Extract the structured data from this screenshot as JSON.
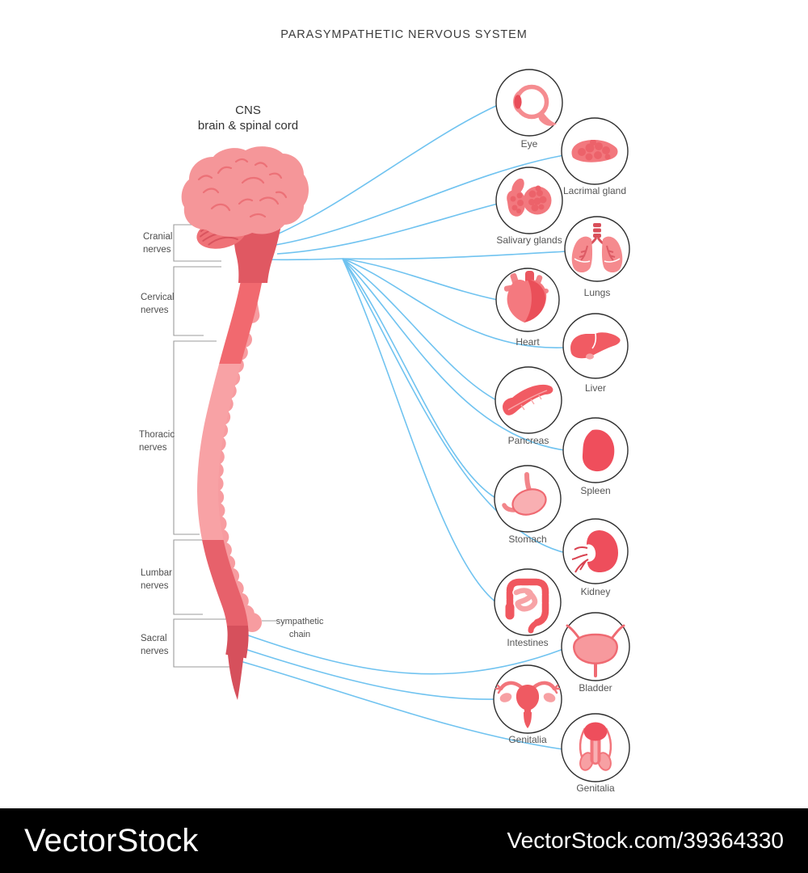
{
  "title": "PARASYMPATHETIC NERVOUS SYSTEM",
  "cns_label": {
    "line1": "CNS",
    "line2": "brain & spinal cord"
  },
  "nerve_groups": [
    {
      "id": "cranial",
      "line1": "Cranial",
      "line2": "nerves"
    },
    {
      "id": "cervical",
      "line1": "Cervical",
      "line2": "nerves"
    },
    {
      "id": "thoracic",
      "line1": "Thoracic",
      "line2": "nerves"
    },
    {
      "id": "lumbar",
      "line1": "Lumbar",
      "line2": "nerves"
    },
    {
      "id": "sacral",
      "line1": "Sacral",
      "line2": "nerves"
    }
  ],
  "sympathetic_chain_label": {
    "line1": "sympathetic",
    "line2": "chain"
  },
  "organs": [
    {
      "label": "Eye"
    },
    {
      "label": "Lacrimal gland"
    },
    {
      "label": "Salivary glands"
    },
    {
      "label": "Lungs"
    },
    {
      "label": "Heart"
    },
    {
      "label": "Liver"
    },
    {
      "label": "Pancreas"
    },
    {
      "label": "Spleen"
    },
    {
      "label": "Stomach"
    },
    {
      "label": "Kidney"
    },
    {
      "label": "Intestines"
    },
    {
      "label": "Bladder"
    },
    {
      "label": "Genitalia"
    },
    {
      "label": "Genitalia"
    }
  ],
  "watermark": {
    "brand": "VectorStock",
    "url_label": "VectorStock.com/39364330"
  },
  "colors": {
    "nerve_blue": "#70C3F0",
    "brain_pink": "#F59699",
    "brain_sulci": "#EC7177",
    "brainstem_red": "#E05862",
    "cord_cervical": "#F1696F",
    "cord_thoracic": "#F8A2A5",
    "cord_lumbar": "#E7616B",
    "cord_sacral": "#D6505C",
    "chain_pink": "#F79CA0",
    "organ_main_pink": "#F15B63",
    "organ_dark_pink": "#EE4E5C",
    "organ_light_pink": "#F7A0A3",
    "bracket_gray": "#9B9B9B",
    "label_gray": "#4E4E4E",
    "watermark_bg": "#000000",
    "watermark_text": "#FFFFFF"
  }
}
